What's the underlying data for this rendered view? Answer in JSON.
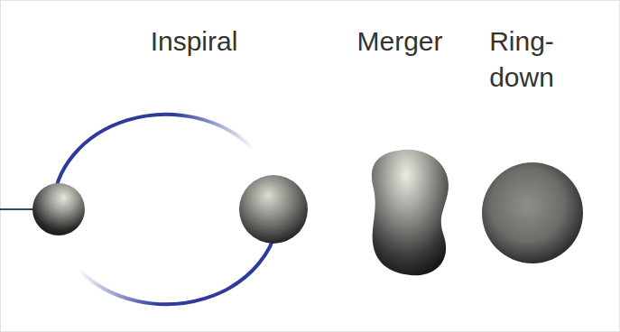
{
  "diagram": {
    "labels": [
      "Inspiral",
      "Merger",
      "Ring-down"
    ]
  }
}
